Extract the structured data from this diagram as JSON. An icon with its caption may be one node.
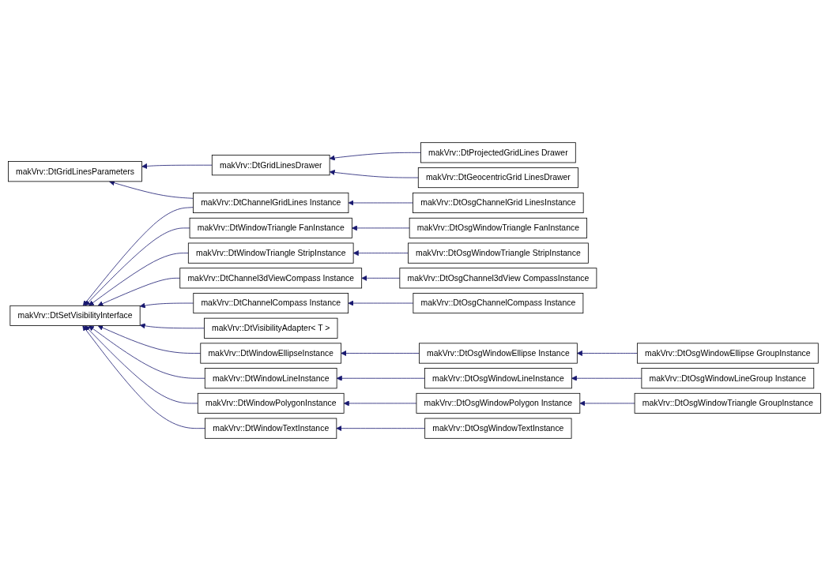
{
  "diagram": {
    "nodes": [
      {
        "text": [
          "makVrv::DtGridLinesParameters"
        ]
      },
      {
        "text": [
          "makVrv::DtGridLinesDrawer"
        ]
      },
      {
        "text": [
          "makVrv::DtProjectedGridLines Drawer"
        ]
      },
      {
        "text": [
          "makVrv::DtGeocentricGrid LinesDrawer"
        ]
      },
      {
        "text": [
          "makVrv::DtChannelGridLines Instance"
        ]
      },
      {
        "text": [
          "makVrv::DtOsgChannelGrid LinesInstance"
        ]
      },
      {
        "text": [
          "makVrv::DtSetVisibilityInterface"
        ]
      },
      {
        "text": [
          "makVrv::DtWindowTriangle FanInstance"
        ]
      },
      {
        "text": [
          "makVrv::DtOsgWindowTriangle FanInstance"
        ]
      },
      {
        "text": [
          "makVrv::DtWindowTriangle StripInstance"
        ]
      },
      {
        "text": [
          "makVrv::DtOsgWindowTriangle StripInstance"
        ]
      },
      {
        "text": [
          "makVrv::DtChannel3dViewCompass Instance"
        ]
      },
      {
        "text": [
          "makVrv::DtOsgChannel3dView CompassInstance"
        ]
      },
      {
        "text": [
          "makVrv::DtChannelCompass Instance"
        ]
      },
      {
        "text": [
          "makVrv::DtOsgChannelCompass Instance"
        ]
      },
      {
        "text": [
          "makVrv::DtVisibilityAdapter< T >"
        ]
      },
      {
        "text": [
          "makVrv::DtWindowEllipseInstance"
        ]
      },
      {
        "text": [
          "makVrv::DtOsgWindowEllipse Instance"
        ]
      },
      {
        "text": [
          "makVrv::DtOsgWindowEllipse GroupInstance"
        ]
      },
      {
        "text": [
          "makVrv::DtWindowLineInstance"
        ]
      },
      {
        "text": [
          "makVrv::DtOsgWindowLineInstance"
        ]
      },
      {
        "text": [
          "makVrv::DtOsgWindowLineGroup Instance"
        ]
      },
      {
        "text": [
          "makVrv::DtWindowPolygonInstance"
        ]
      },
      {
        "text": [
          "makVrv::DtOsgWindowPolygon Instance"
        ]
      },
      {
        "text": [
          "makVrv::DtOsgWindowTriangle GroupInstance"
        ]
      },
      {
        "text": [
          "makVrv::DtWindowTextInstance"
        ]
      },
      {
        "text": [
          "makVrv::DtOsgWindowTextInstance"
        ]
      }
    ],
    "edges": [
      {
        "from": 1,
        "to": 0,
        "arrow": "to"
      },
      {
        "from": 4,
        "to": 0,
        "arrow": "to"
      },
      {
        "from": 2,
        "to": 1,
        "arrow": "to"
      },
      {
        "from": 3,
        "to": 1,
        "arrow": "to"
      },
      {
        "from": 5,
        "to": 4,
        "arrow": "to"
      },
      {
        "from": 4,
        "to": 6,
        "arrow": "to"
      },
      {
        "from": 7,
        "to": 6,
        "arrow": "to"
      },
      {
        "from": 8,
        "to": 7,
        "arrow": "to"
      },
      {
        "from": 9,
        "to": 6,
        "arrow": "to"
      },
      {
        "from": 10,
        "to": 9,
        "arrow": "to"
      },
      {
        "from": 11,
        "to": 6,
        "arrow": "to"
      },
      {
        "from": 12,
        "to": 11,
        "arrow": "to"
      },
      {
        "from": 13,
        "to": 6,
        "arrow": "to"
      },
      {
        "from": 14,
        "to": 13,
        "arrow": "to"
      },
      {
        "from": 15,
        "to": 6,
        "arrow": "to"
      },
      {
        "from": 16,
        "to": 6,
        "arrow": "to"
      },
      {
        "from": 17,
        "to": 16,
        "arrow": "to"
      },
      {
        "from": 18,
        "to": 17,
        "arrow": "to"
      },
      {
        "from": 19,
        "to": 6,
        "arrow": "to"
      },
      {
        "from": 20,
        "to": 19,
        "arrow": "to"
      },
      {
        "from": 21,
        "to": 20,
        "arrow": "to"
      },
      {
        "from": 22,
        "to": 6,
        "arrow": "to"
      },
      {
        "from": 23,
        "to": 22,
        "arrow": "to"
      },
      {
        "from": 24,
        "to": 23,
        "arrow": "to"
      },
      {
        "from": 25,
        "to": 6,
        "arrow": "to"
      },
      {
        "from": 26,
        "to": 25,
        "arrow": "to"
      }
    ]
  }
}
